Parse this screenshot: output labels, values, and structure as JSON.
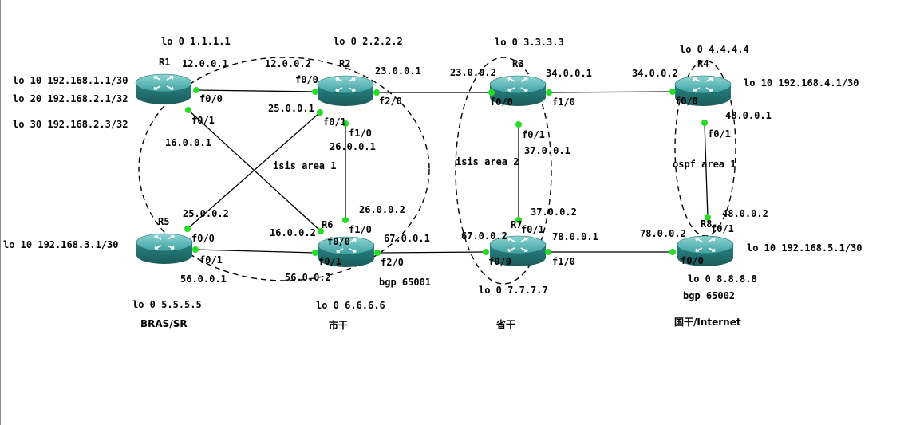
{
  "routers": [
    {
      "id": "R1",
      "label": "R1"
    },
    {
      "id": "R2",
      "label": "R2"
    },
    {
      "id": "R3",
      "label": "R3"
    },
    {
      "id": "R4",
      "label": "R4"
    },
    {
      "id": "R5",
      "label": "R5"
    },
    {
      "id": "R6",
      "label": "R6"
    },
    {
      "id": "R7",
      "label": "R7"
    },
    {
      "id": "R8",
      "label": "R8"
    }
  ],
  "loopbacks": {
    "r1_lo0": "lo 0 1.1.1.1",
    "r1_lo10": "lo 10 192.168.1.1/30",
    "r1_lo20": "lo 20 192.168.2.1/32",
    "r1_lo30": "lo 30 192.168.2.3/32",
    "r2_lo0": "lo 0 2.2.2.2",
    "r3_lo0": "lo 0 3.3.3.3",
    "r4_lo0": "lo 0 4.4.4.4",
    "r4_lo10": "lo 10 192.168.4.1/30",
    "r5_lo10": "lo 10 192.168.3.1/30",
    "r5_lo0": "lo 0 5.5.5.5",
    "r6_lo0": "lo 0 6.6.6.6",
    "r7_lo0": "lo 0 7.7.7.7",
    "r8_lo10": "lo 10 192.168.5.1/30",
    "r8_lo0": "lo 0 8.8.8.8"
  },
  "addresses": {
    "a12_1": "12.0.0.1",
    "a12_2": "12.0.0.2",
    "a23_1": "23.0.0.1",
    "a23_2": "23.0.0.2",
    "a34_1": "34.0.0.1",
    "a34_2": "34.0.0.2",
    "a25_1": "25.0.0.1",
    "a25_2": "25.0.0.2",
    "a16_1": "16.0.0.1",
    "a16_2": "16.0.0.2",
    "a26_1": "26.0.0.1",
    "a26_2": "26.0.0.2",
    "a37_1": "37.0.0.1",
    "a37_2": "37.0.0.2",
    "a48_1": "48.0.0.1",
    "a48_2": "48.0.0.2",
    "a56_1": "56.0.0.1",
    "a56_2": "56.0.0.2",
    "a67_1": "67.0.0.1",
    "a67_2": "67.0.0.2",
    "a78_1": "78.0.0.1",
    "a78_2": "78.0.0.2"
  },
  "interfaces": {
    "r1_f00": "f0/0",
    "r1_f01": "f0/1",
    "r2_f00": "f0/0",
    "r2_f01": "f0/1",
    "r2_f10": "f1/0",
    "r2_f20": "f2/0",
    "r3_f00": "f0/0",
    "r3_f10": "f1/0",
    "r3_f01": "f0/1",
    "r4_f00": "f0/0",
    "r4_f01": "f0/1",
    "r5_f00": "f0/0",
    "r5_f01": "f0/1",
    "r6_f10": "f1/0",
    "r6_f00": "f0/0",
    "r6_f01": "f0/1",
    "r6_f20": "f2/0",
    "r7_f01": "f0/1",
    "r7_f00": "f0/0",
    "r7_f10": "f1/0",
    "r8_f01": "f0/1",
    "r8_f00": "f0/0"
  },
  "areas": {
    "isis1": "isis area 1",
    "isis2": "isis area 2",
    "ospf1": "ospf area 1"
  },
  "bgp": {
    "as65001": "bgp 65001",
    "as65002": "bgp 65002"
  },
  "captions": {
    "bras": "BRAS/SR",
    "city": "市干",
    "province": "省干",
    "national": "国干/Internet"
  },
  "colors": {
    "router_body": "#2f8f8f",
    "router_top": "#5fb9b9",
    "port_dot": "#22dd22",
    "link": "#000000"
  }
}
